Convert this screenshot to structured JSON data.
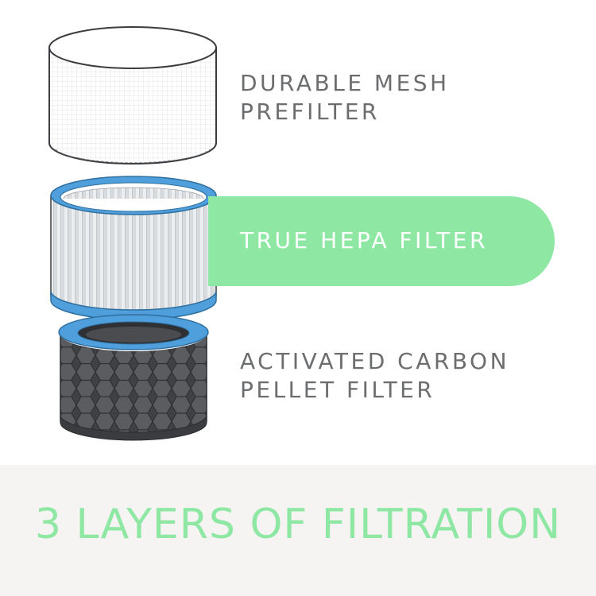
{
  "labels": {
    "mesh_line1": "DURABLE MESH",
    "mesh_line2": "PREFILTER",
    "hepa": "TRUE HEPA FILTER",
    "carbon_line1": "ACTIVATED CARBON",
    "carbon_line2": "PELLET FILTER"
  },
  "footer": {
    "title": "3 LAYERS OF FILTRATION"
  },
  "colors": {
    "accent_green": "#8ee8a4",
    "ring_blue": "#4f9fdc",
    "text_gray": "#6b6d6f",
    "footer_bg": "#f6f3f3",
    "carbon_dark": "#4a4c50"
  },
  "icons": [
    "mesh-prefilter-illustration",
    "hepa-filter-illustration",
    "carbon-filter-illustration"
  ]
}
